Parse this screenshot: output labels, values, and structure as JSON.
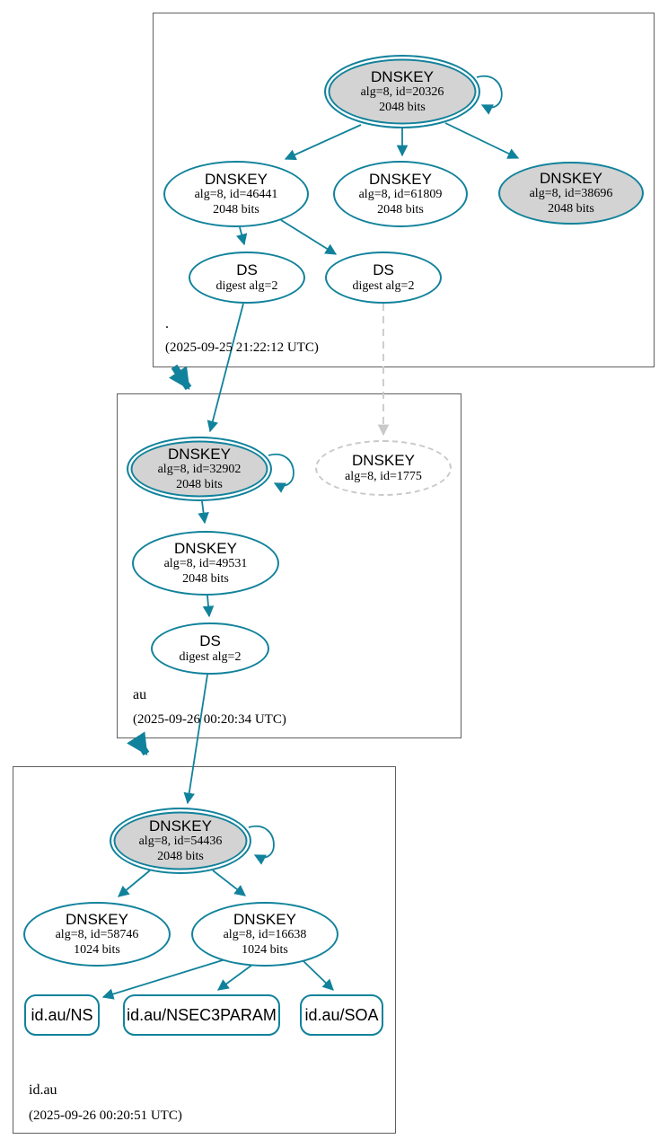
{
  "colors": {
    "secure": "#11829b",
    "ksk_fill": "#d3d3d3",
    "insecure_warn": "#c9c9c9"
  },
  "zones": [
    {
      "label": ".",
      "timestamp": "(2025-09-25 21:22:12 UTC)",
      "nodes": {
        "ksk": {
          "title": "DNSKEY",
          "detail": "alg=8, id=20326",
          "bits": "2048 bits"
        },
        "zsk1": {
          "title": "DNSKEY",
          "detail": "alg=8, id=46441",
          "bits": "2048 bits"
        },
        "zsk2": {
          "title": "DNSKEY",
          "detail": "alg=8, id=61809",
          "bits": "2048 bits"
        },
        "ksk2": {
          "title": "DNSKEY",
          "detail": "alg=8, id=38696",
          "bits": "2048 bits"
        },
        "ds1": {
          "title": "DS",
          "detail": "digest alg=2"
        },
        "ds2": {
          "title": "DS",
          "detail": "digest alg=2"
        }
      }
    },
    {
      "label": "au",
      "timestamp": "(2025-09-26 00:20:34 UTC)",
      "nodes": {
        "ksk": {
          "title": "DNSKEY",
          "detail": "alg=8, id=32902",
          "bits": "2048 bits"
        },
        "missing": {
          "title": "DNSKEY",
          "detail": "alg=8, id=1775"
        },
        "zsk": {
          "title": "DNSKEY",
          "detail": "alg=8, id=49531",
          "bits": "2048 bits"
        },
        "ds": {
          "title": "DS",
          "detail": "digest alg=2"
        }
      }
    },
    {
      "label": "id.au",
      "timestamp": "(2025-09-26 00:20:51 UTC)",
      "nodes": {
        "ksk": {
          "title": "DNSKEY",
          "detail": "alg=8, id=54436",
          "bits": "2048 bits"
        },
        "zsk1": {
          "title": "DNSKEY",
          "detail": "alg=8, id=58746",
          "bits": "1024 bits"
        },
        "zsk2": {
          "title": "DNSKEY",
          "detail": "alg=8, id=16638",
          "bits": "1024 bits"
        },
        "rrset_ns": {
          "label": "id.au/NS"
        },
        "rrset_nsec3param": {
          "label": "id.au/NSEC3PARAM"
        },
        "rrset_soa": {
          "label": "id.au/SOA"
        }
      }
    }
  ]
}
